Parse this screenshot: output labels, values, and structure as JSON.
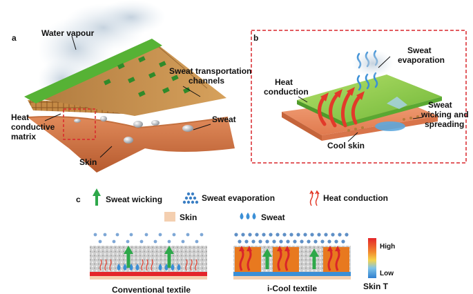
{
  "panels": {
    "a": {
      "letter": "a",
      "water_vapour": "Water vapour",
      "sweat_channels_line1": "Sweat transportation",
      "sweat_channels_line2": "channels",
      "sweat": "Sweat",
      "heat_matrix_line1": "Heat",
      "heat_matrix_line2": "conductive",
      "heat_matrix_line3": "matrix",
      "skin": "Skin"
    },
    "b": {
      "letter": "b",
      "sweat_evaporation_line1": "Sweat",
      "sweat_evaporation_line2": "evaporation",
      "heat_conduction_line1": "Heat",
      "heat_conduction_line2": "conduction",
      "wicking_line1": "Sweat",
      "wicking_line2": "wicking and",
      "wicking_line3": "spreading",
      "cool_skin": "Cool skin"
    },
    "c": {
      "letter": "c",
      "legend": {
        "sweat_wicking": "Sweat wicking",
        "sweat_evaporation": "Sweat evaporation",
        "heat_conduction": "Heat conduction",
        "skin": "Skin",
        "sweat": "Sweat"
      },
      "conventional_label": "Conventional textile",
      "icool_label": "i-Cool textile",
      "colorbar": {
        "high": "High",
        "low": "Low",
        "title": "Skin T"
      }
    }
  },
  "colors": {
    "green_arrow": "#2ea84a",
    "heat_red": "#e23a2a",
    "sweat_blue": "#3b8fd6",
    "skin": "#f4cfb0",
    "panel_b_border": "#d9252a",
    "textile_green": "#8fce4a"
  }
}
